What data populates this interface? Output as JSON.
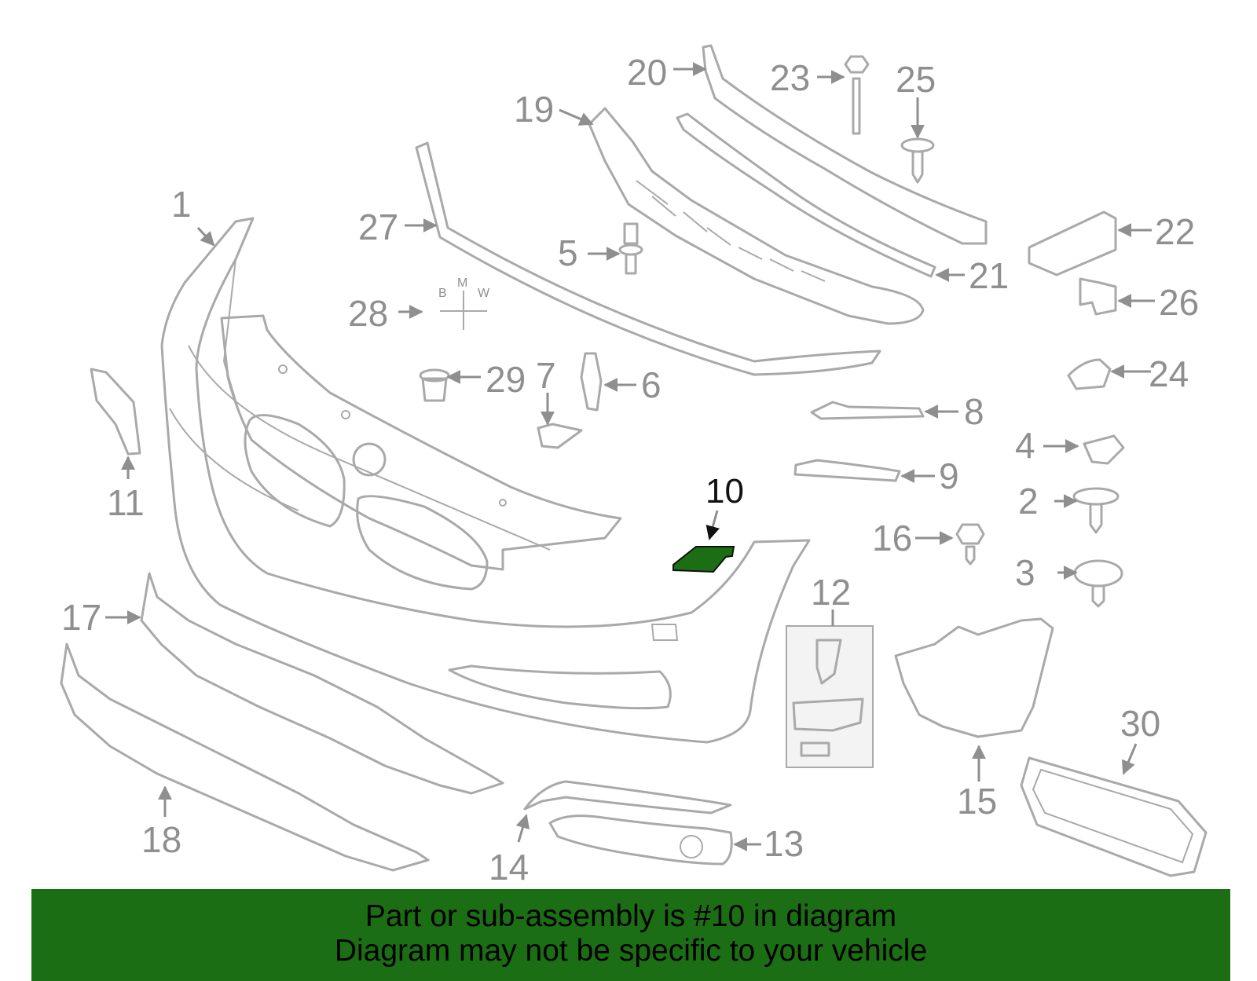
{
  "diagram": {
    "highlighted_part": "10",
    "highlight_color": "#1c6e14",
    "part_color": "#a9a9a9",
    "callouts": [
      {
        "id": "c1",
        "label": "1"
      },
      {
        "id": "c2",
        "label": "2"
      },
      {
        "id": "c3",
        "label": "3"
      },
      {
        "id": "c4",
        "label": "4"
      },
      {
        "id": "c5",
        "label": "5"
      },
      {
        "id": "c6",
        "label": "6"
      },
      {
        "id": "c7",
        "label": "7"
      },
      {
        "id": "c8",
        "label": "8"
      },
      {
        "id": "c9",
        "label": "9"
      },
      {
        "id": "c10",
        "label": "10"
      },
      {
        "id": "c11",
        "label": "11"
      },
      {
        "id": "c12",
        "label": "12"
      },
      {
        "id": "c13",
        "label": "13"
      },
      {
        "id": "c14",
        "label": "14"
      },
      {
        "id": "c15",
        "label": "15"
      },
      {
        "id": "c16",
        "label": "16"
      },
      {
        "id": "c17",
        "label": "17"
      },
      {
        "id": "c18",
        "label": "18"
      },
      {
        "id": "c19",
        "label": "19"
      },
      {
        "id": "c20",
        "label": "20"
      },
      {
        "id": "c21",
        "label": "21"
      },
      {
        "id": "c22",
        "label": "22"
      },
      {
        "id": "c23",
        "label": "23"
      },
      {
        "id": "c24",
        "label": "24"
      },
      {
        "id": "c25",
        "label": "25"
      },
      {
        "id": "c26",
        "label": "26"
      },
      {
        "id": "c27",
        "label": "27"
      },
      {
        "id": "c28",
        "label": "28"
      },
      {
        "id": "c29",
        "label": "29"
      },
      {
        "id": "c30",
        "label": "30"
      }
    ],
    "emblem_letters": [
      "B",
      "M",
      "W"
    ]
  },
  "banner": {
    "line1": "Part or sub-assembly is #10 in diagram",
    "line2": "Diagram may not be specific to your vehicle"
  }
}
